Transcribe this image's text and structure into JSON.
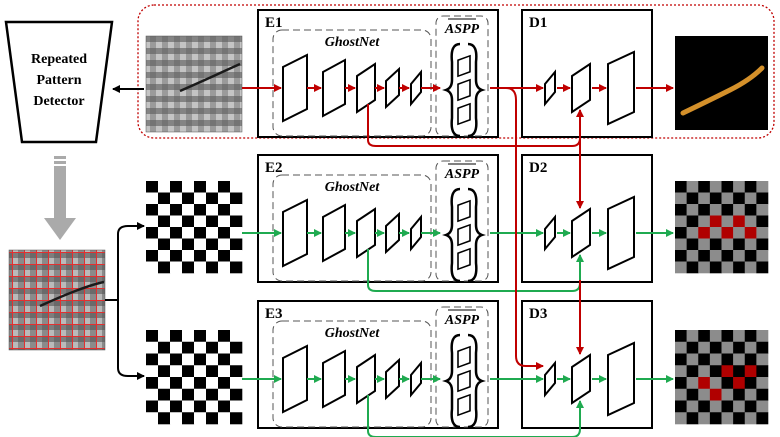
{
  "detector": {
    "lines": [
      "Repeated",
      "Pattern",
      "Detector"
    ]
  },
  "modules": {
    "encoders": [
      {
        "id": "E1",
        "backbone": "GhostNet",
        "aspp": "ASPP",
        "line_color": "#c00000"
      },
      {
        "id": "E2",
        "backbone": "GhostNet",
        "aspp": "ASPP",
        "line_color": "#1faa50"
      },
      {
        "id": "E3",
        "backbone": "GhostNet",
        "aspp": "ASPP",
        "line_color": "#1faa50"
      }
    ],
    "decoders": [
      {
        "id": "D1"
      },
      {
        "id": "D2"
      },
      {
        "id": "D3"
      }
    ]
  },
  "colors": {
    "red_path": "#c00000",
    "green_path": "#1faa50",
    "gray_arrow": "#aaaaaa",
    "crack_mask": "#d4902a",
    "checker_gray": "#8c8c8c",
    "checker_red": "#b00000"
  }
}
